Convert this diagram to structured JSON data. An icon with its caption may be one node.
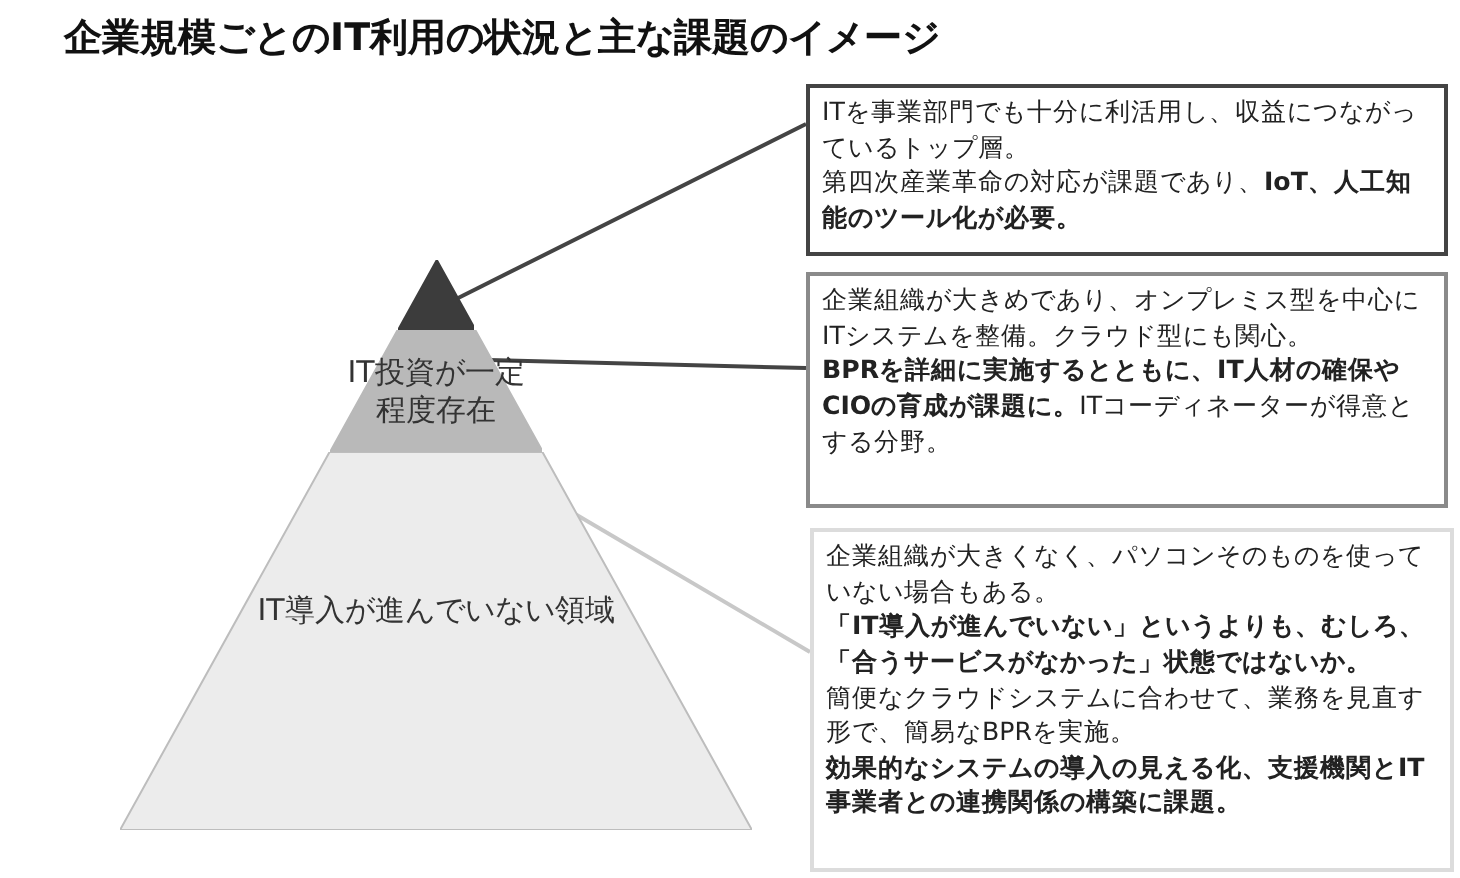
{
  "diagram": {
    "title": "企業規模ごとのIT利用の状況と主な課題のイメージ",
    "nodes": [
      {
        "text": [],
        "shape": "triangle"
      },
      {
        "text": [
          "IT投資が一定程度存在"
        ]
      },
      {
        "text": [
          "IT導入が進んでいない領域"
        ]
      },
      {
        "text": [
          "ITを事業部門でも十分に利活用し、収益につながっているトップ層。",
          "第四次産業革命の対応が課題であり、**IoT、人工知能のツール化が必要。**"
        ]
      },
      {
        "text": [
          "企業組織が大きめであり、オンプレミス型を中心にITシステムを整備。クラウド型にも関心。",
          "**BPRを詳細に実施するとともに、IT人材の確保やCIOの育成が課題に。**ITコーディネーターが得意とする分野。"
        ]
      },
      {
        "text": [
          "企業組織が大きくなく、パソコンそのものを使っていない場合もある。",
          "**「IT導入が進んでいない」というよりも、むしろ、「合うサービスがなかった」状態ではないか。**",
          "簡便なクラウドシステムに合わせて、業務を見直す形で、簡易なBPRを実施。",
          "**効果的なシステムの導入の見える化、支援機関とIT事業者との連携関係の構築に課題。**"
        ]
      }
    ],
    "edges": [
      {
        "from": 0,
        "to": 3,
        "arrow": "none"
      },
      {
        "from": 1,
        "to": 4,
        "arrow": "none"
      },
      {
        "from": 2,
        "to": 5,
        "arrow": "none",
        "color": "#c8c8c8"
      }
    ]
  }
}
